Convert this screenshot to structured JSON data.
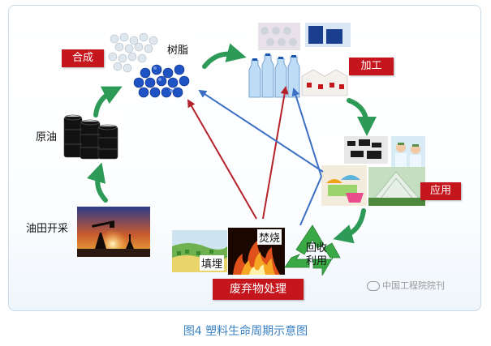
{
  "figure": {
    "caption": "图4 塑料生命周期示意图",
    "watermark": "中国工程院院刊"
  },
  "nodes": {
    "synthesis": "合成",
    "resin": "树脂",
    "processing": "加工",
    "application": "应用",
    "recycling_line1": "回收",
    "recycling_line2": "利用",
    "incineration": "焚烧",
    "landfill": "填埋",
    "waste_treatment": "废弃物处理",
    "crude_oil": "原油",
    "oilfield": "油田开采"
  },
  "colors": {
    "label_red": "#c4161c",
    "arrow_green": "#2e9a57",
    "arrow_red": "#b5222a",
    "arrow_blue": "#3a6fc4",
    "caption_blue": "#3a82c4"
  }
}
